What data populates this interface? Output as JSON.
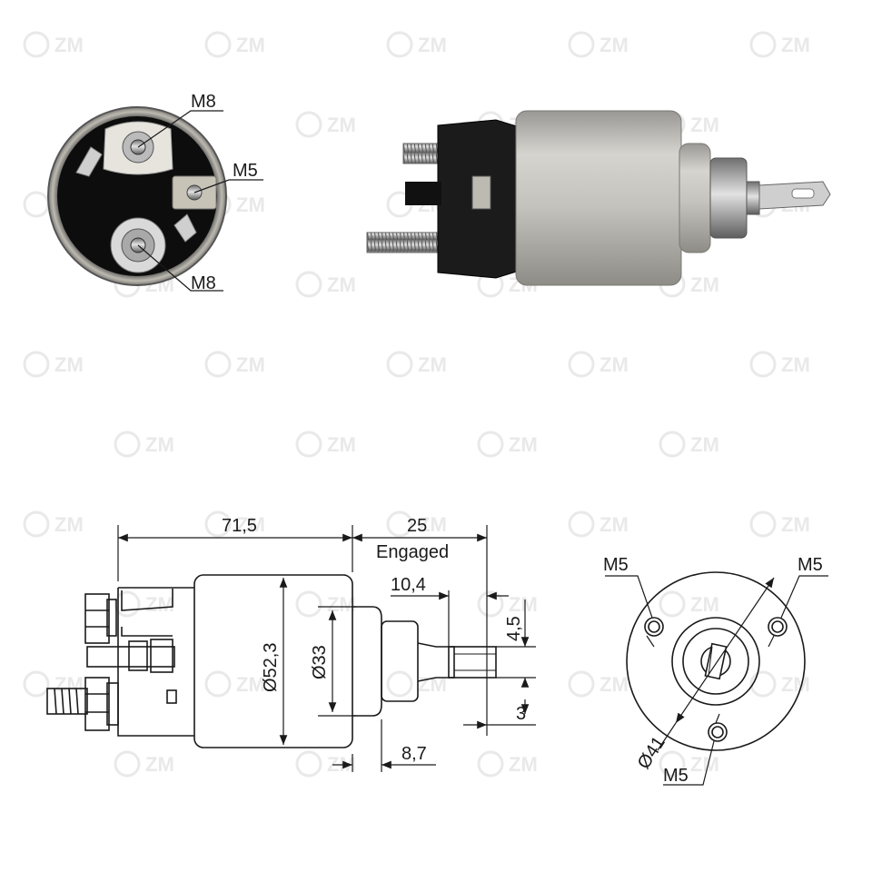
{
  "watermark": {
    "text": "ZM"
  },
  "photo_end_view": {
    "labels": {
      "top_stud": "M8",
      "small_stud": "M5",
      "bottom_stud": "M8"
    }
  },
  "drawing_side_view": {
    "dims": {
      "body_length": "71,5",
      "stroke": "25",
      "stroke_note": "Engaged",
      "plunger_length": "10,4",
      "slot_width": "4,5",
      "slot_offset": "3",
      "body_diameter": "Ø52,3",
      "nose_diameter": "Ø33",
      "nose_length": "8,7"
    }
  },
  "drawing_front_view": {
    "labels": {
      "hole_top_left": "M5",
      "hole_top_right": "M5",
      "hole_bottom": "M5",
      "bolt_circle": "Ø41"
    }
  },
  "colors": {
    "body_gray": "#b9b7b1",
    "black_cap": "#1b1b1b",
    "line": "#1a1a1a",
    "watermark": "#e9e9e9"
  }
}
